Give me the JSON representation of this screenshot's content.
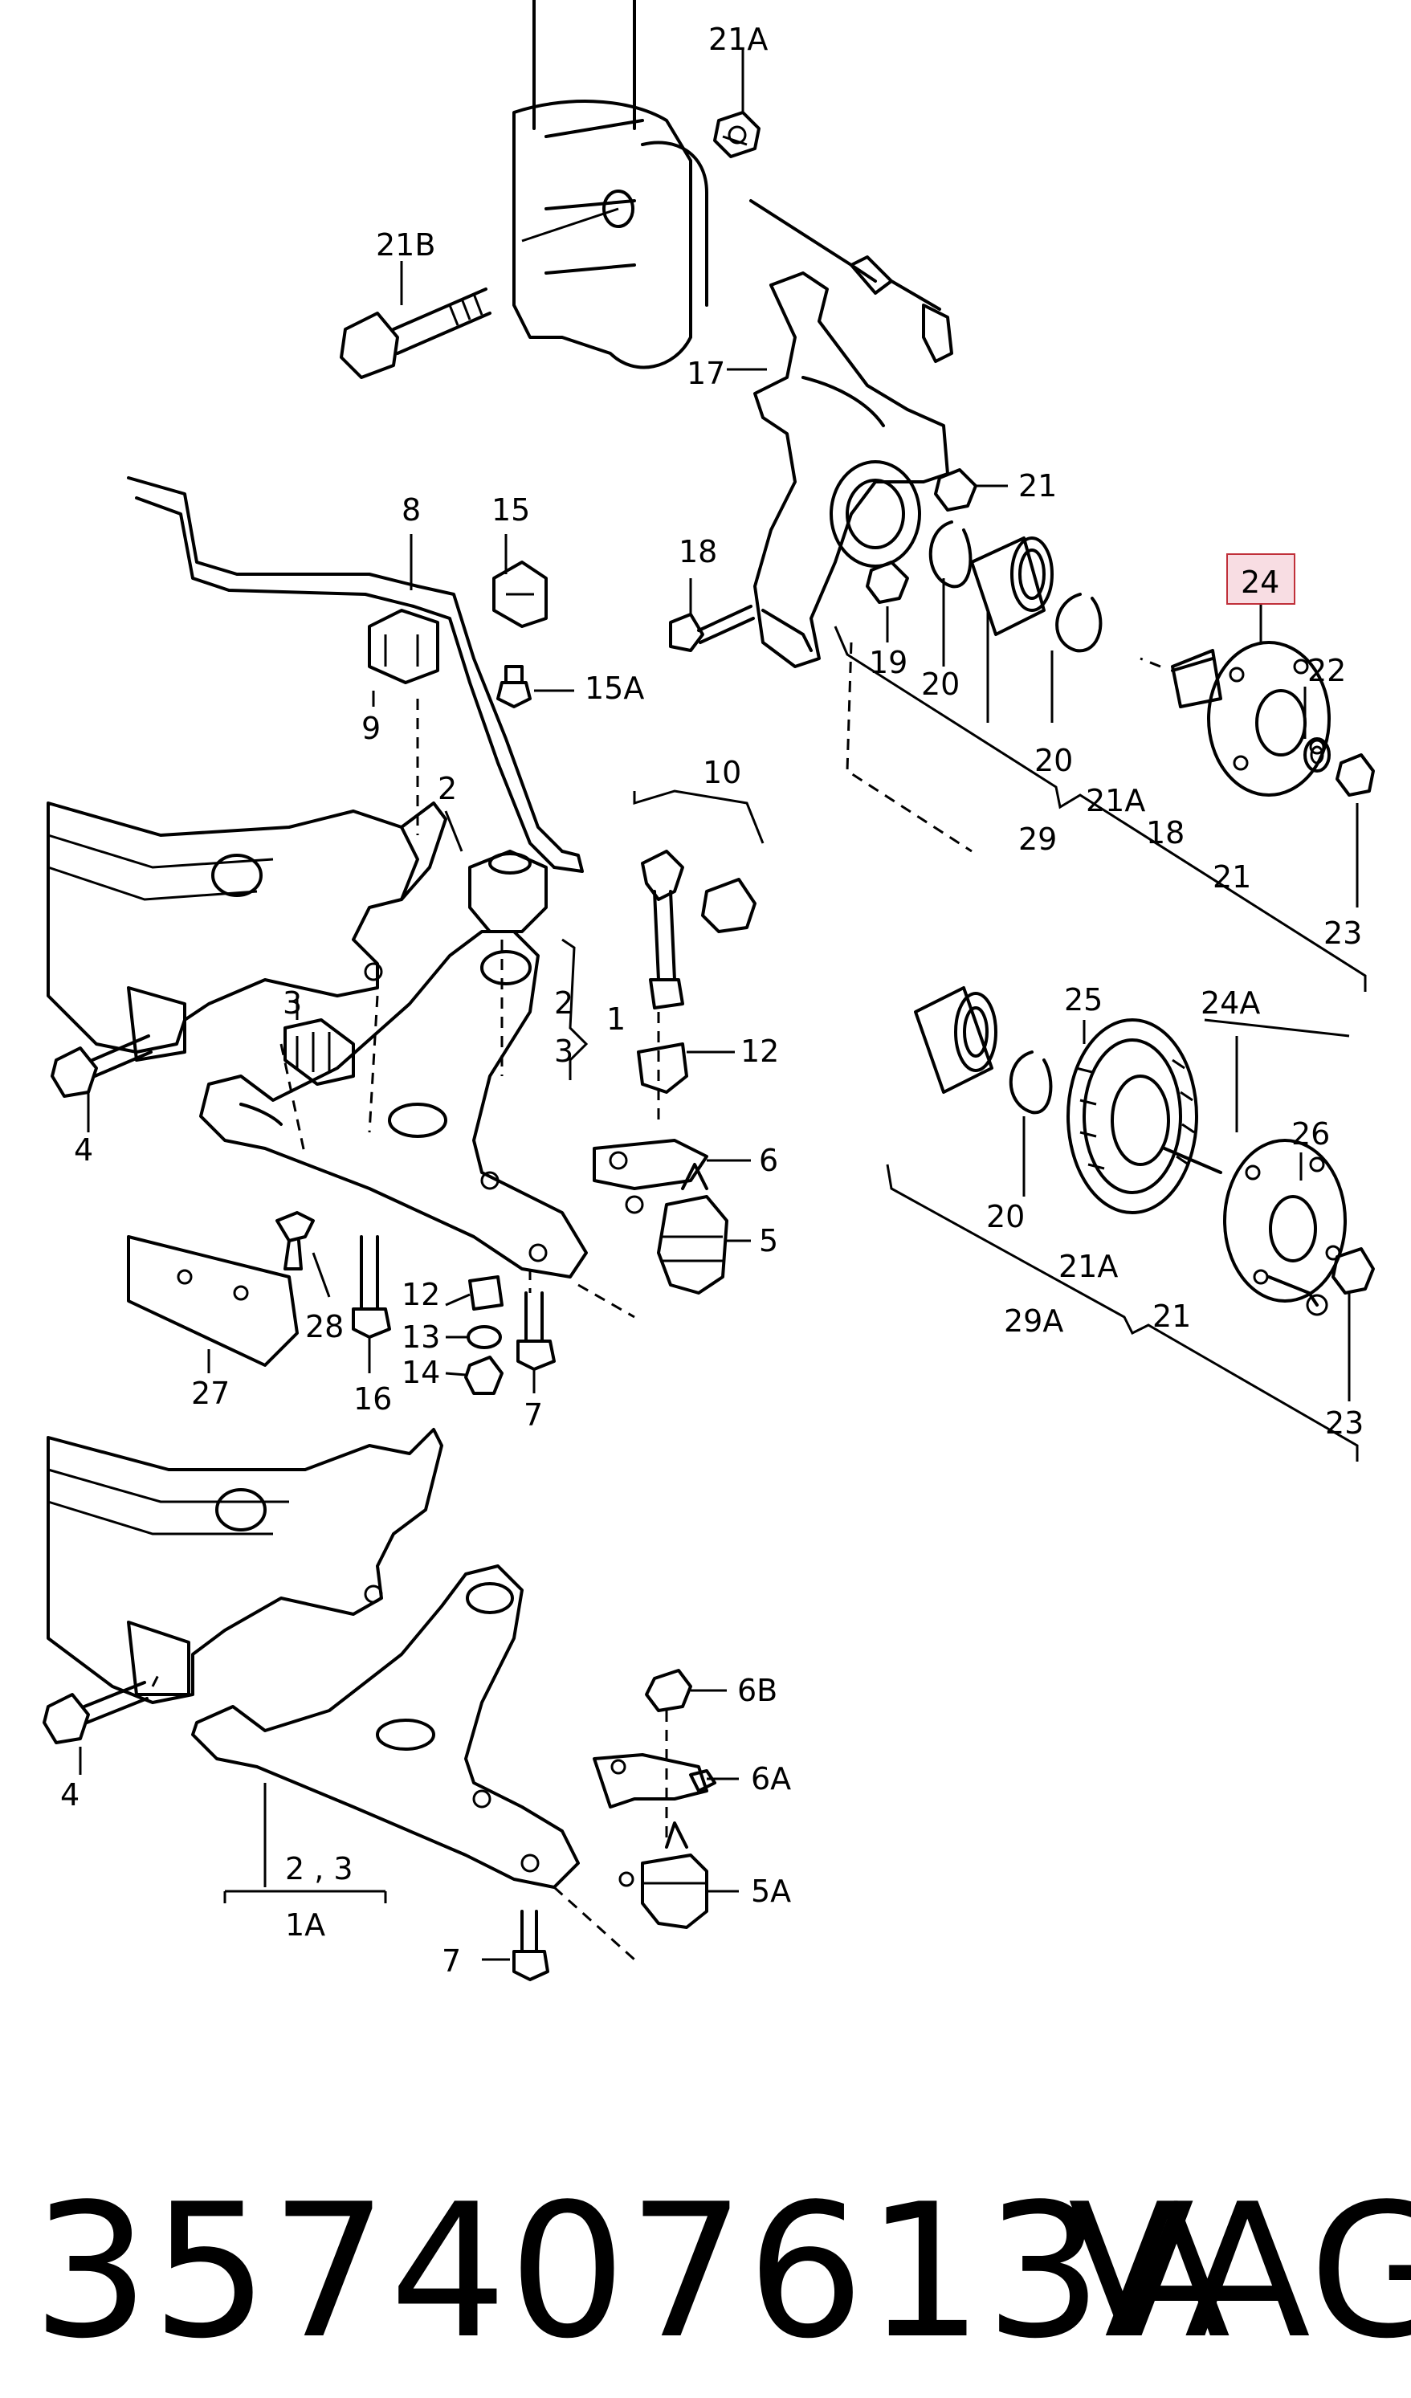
{
  "labels": {
    "l21A_top": "21A",
    "l21B": "21B",
    "l17": "17",
    "l21_a": "21",
    "l18": "18",
    "l19": "19",
    "l20_a": "20",
    "l20_b": "20",
    "l24": "24",
    "l22": "22",
    "l21A_a": "21A",
    "l18_b": "18",
    "l29": "29",
    "l21_b": "21",
    "l23_a": "23",
    "l8": "8",
    "l15": "15",
    "l15A": "15A",
    "l9": "9",
    "l10": "10",
    "l2_a": "2",
    "l2_b": "2",
    "l1": "1",
    "l3_a": "3",
    "l3_b": "3",
    "l12_a": "12",
    "l4_a": "4",
    "l6": "6",
    "l5": "5",
    "l12_b": "12",
    "l13": "13",
    "l14": "14",
    "l28": "28",
    "l27": "27",
    "l16": "16",
    "l7_a": "7",
    "l25": "25",
    "l24A": "24A",
    "l26": "26",
    "l20_c": "20",
    "l21A_b": "21A",
    "l29A": "29A",
    "l21_c": "21",
    "l23_b": "23",
    "l4_b": "4",
    "l6B": "6B",
    "l6A": "6A",
    "l5A": "5A",
    "l23_pair": "2 , 3",
    "l1A": "1A",
    "l7_b": "7"
  },
  "highlight_color": "#f8dde3",
  "highlight_border": "#c0303a",
  "footer": {
    "part_number": "357407613A",
    "brand": "VAG"
  }
}
